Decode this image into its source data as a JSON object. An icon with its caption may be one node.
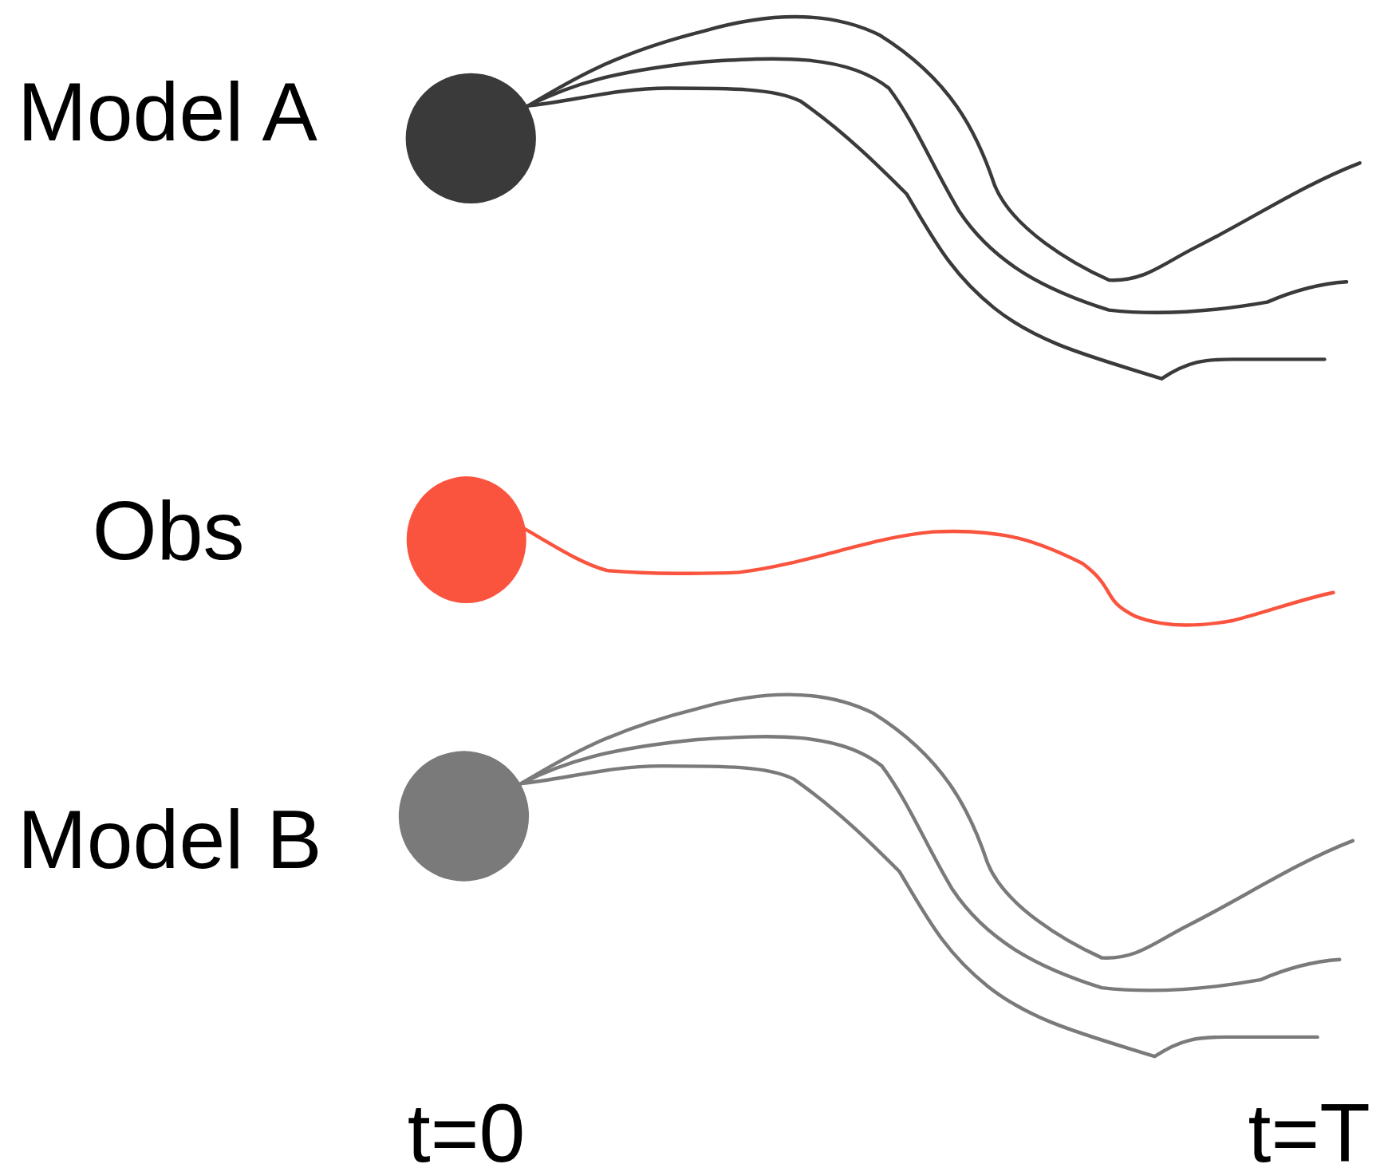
{
  "diagram": {
    "labels": [
      "Model A",
      "Obs",
      "Model B",
      "t=0",
      "t=T"
    ]
  }
}
